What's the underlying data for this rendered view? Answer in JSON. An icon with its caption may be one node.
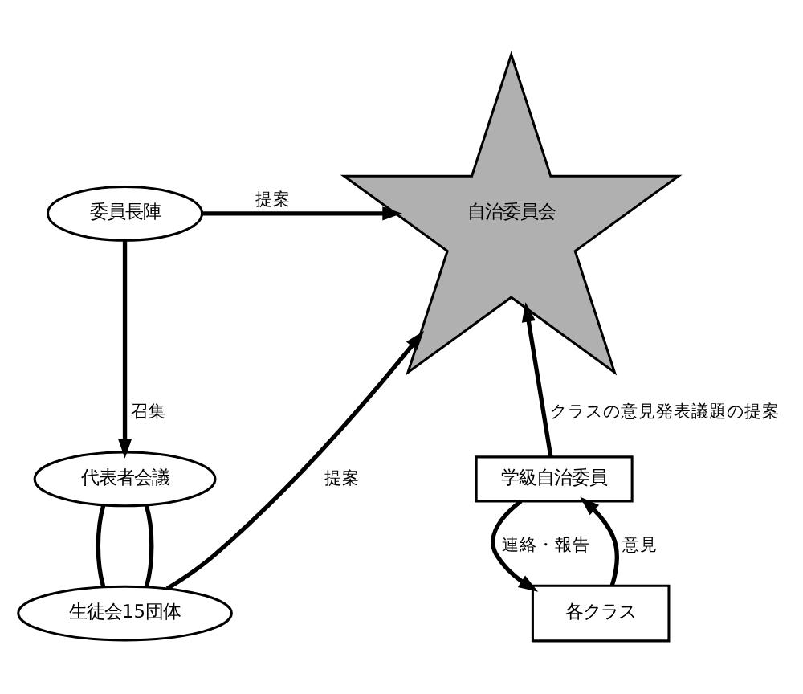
{
  "diagram": {
    "nodes": [
      {
        "text": [
          "委員長陣"
        ]
      },
      {
        "text": [
          "自治委員会"
        ]
      },
      {
        "text": [
          "代表者会議"
        ]
      },
      {
        "text": [
          "生徒会15団体"
        ]
      },
      {
        "text": [
          "学級自治委員"
        ]
      },
      {
        "text": [
          "各クラス"
        ]
      }
    ],
    "edges": [
      {
        "from": 0,
        "to": 1,
        "arrow": "to",
        "label": "提案"
      },
      {
        "from": 0,
        "to": 2,
        "arrow": "to",
        "label": "召集"
      },
      {
        "from": 2,
        "to": 3,
        "arrow": "none"
      },
      {
        "from": 2,
        "to": 3,
        "arrow": "none"
      },
      {
        "from": 3,
        "to": 1,
        "arrow": "to",
        "label": "提案"
      },
      {
        "from": 4,
        "to": 1,
        "arrow": "to",
        "label": "クラスの意見発表議題の提案"
      },
      {
        "from": 5,
        "to": 4,
        "arrow": "to",
        "label": "意見"
      },
      {
        "from": 4,
        "to": 5,
        "arrow": "to",
        "label": "連絡・報告"
      }
    ]
  }
}
